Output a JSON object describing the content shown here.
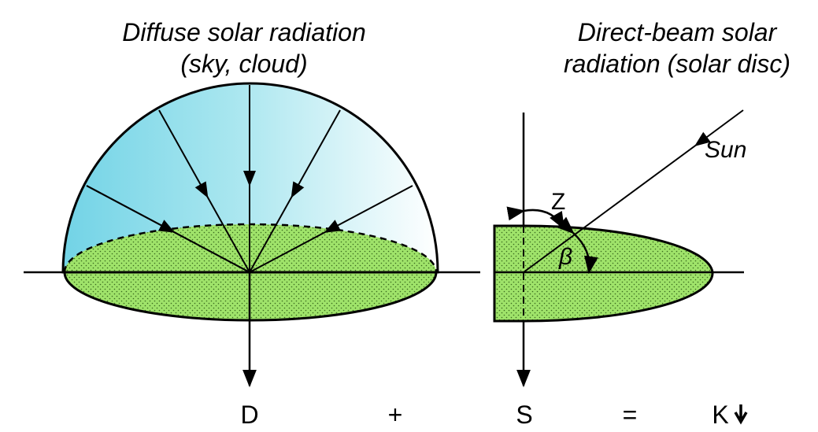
{
  "diffuse": {
    "title_line1": "Diffuse solar radiation",
    "title_line2": "(sky, cloud)"
  },
  "direct": {
    "title_line1": "Direct-beam solar",
    "title_line2": "radiation (solar disc)",
    "sun_label": "Sun",
    "zenith_label": "Z",
    "beta_label": "β"
  },
  "equation": {
    "d": "D",
    "plus": "+",
    "s": "S",
    "equals": "=",
    "k": "K"
  },
  "colors": {
    "sky": "#7fd8e6",
    "ground": "#9fe36a",
    "outline": "#000000"
  }
}
